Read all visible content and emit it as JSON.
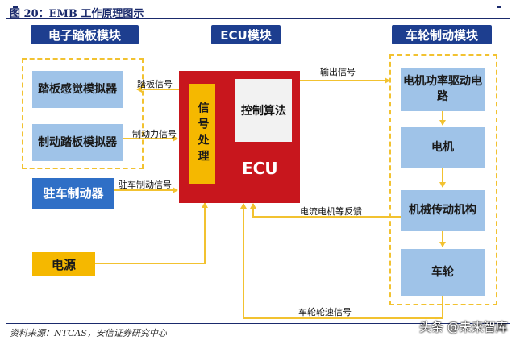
{
  "figure_title": "图 20：EMB 工作原理图示",
  "headers": {
    "left": "电子踏板模块",
    "middle": "ECU模块",
    "right": "车轮制动模块"
  },
  "left": {
    "pedal_sim": "踏板感觉模拟器",
    "brake_pedal_sim": "制动踏板模拟器",
    "parking": "驻车制动器",
    "power": "电源"
  },
  "ecu": {
    "signal_processing": "信号处理",
    "control_algorithm": "控制算法",
    "label": "ECU"
  },
  "right": {
    "motor_drive": "电机功率驱动电路",
    "motor": "电机",
    "mechanism": "机械传动机构",
    "wheel": "车轮"
  },
  "signals": {
    "pedal": "踏板信号",
    "brake_force": "制动力信号",
    "parking": "驻车制动信号",
    "output": "输出信号",
    "feedback": "电流电机等反馈",
    "wheel_speed": "车轮轮速信号"
  },
  "source": "资料来源：NTCAS，安信证券研究中心",
  "watermark": "头条 @未来智库",
  "colors": {
    "header_blue": "#1d3e8f",
    "box_light_blue": "#9fc3e8",
    "ecu_red": "#c8161d",
    "yellow": "#f5b800",
    "dashed_border": "#f2c230"
  }
}
